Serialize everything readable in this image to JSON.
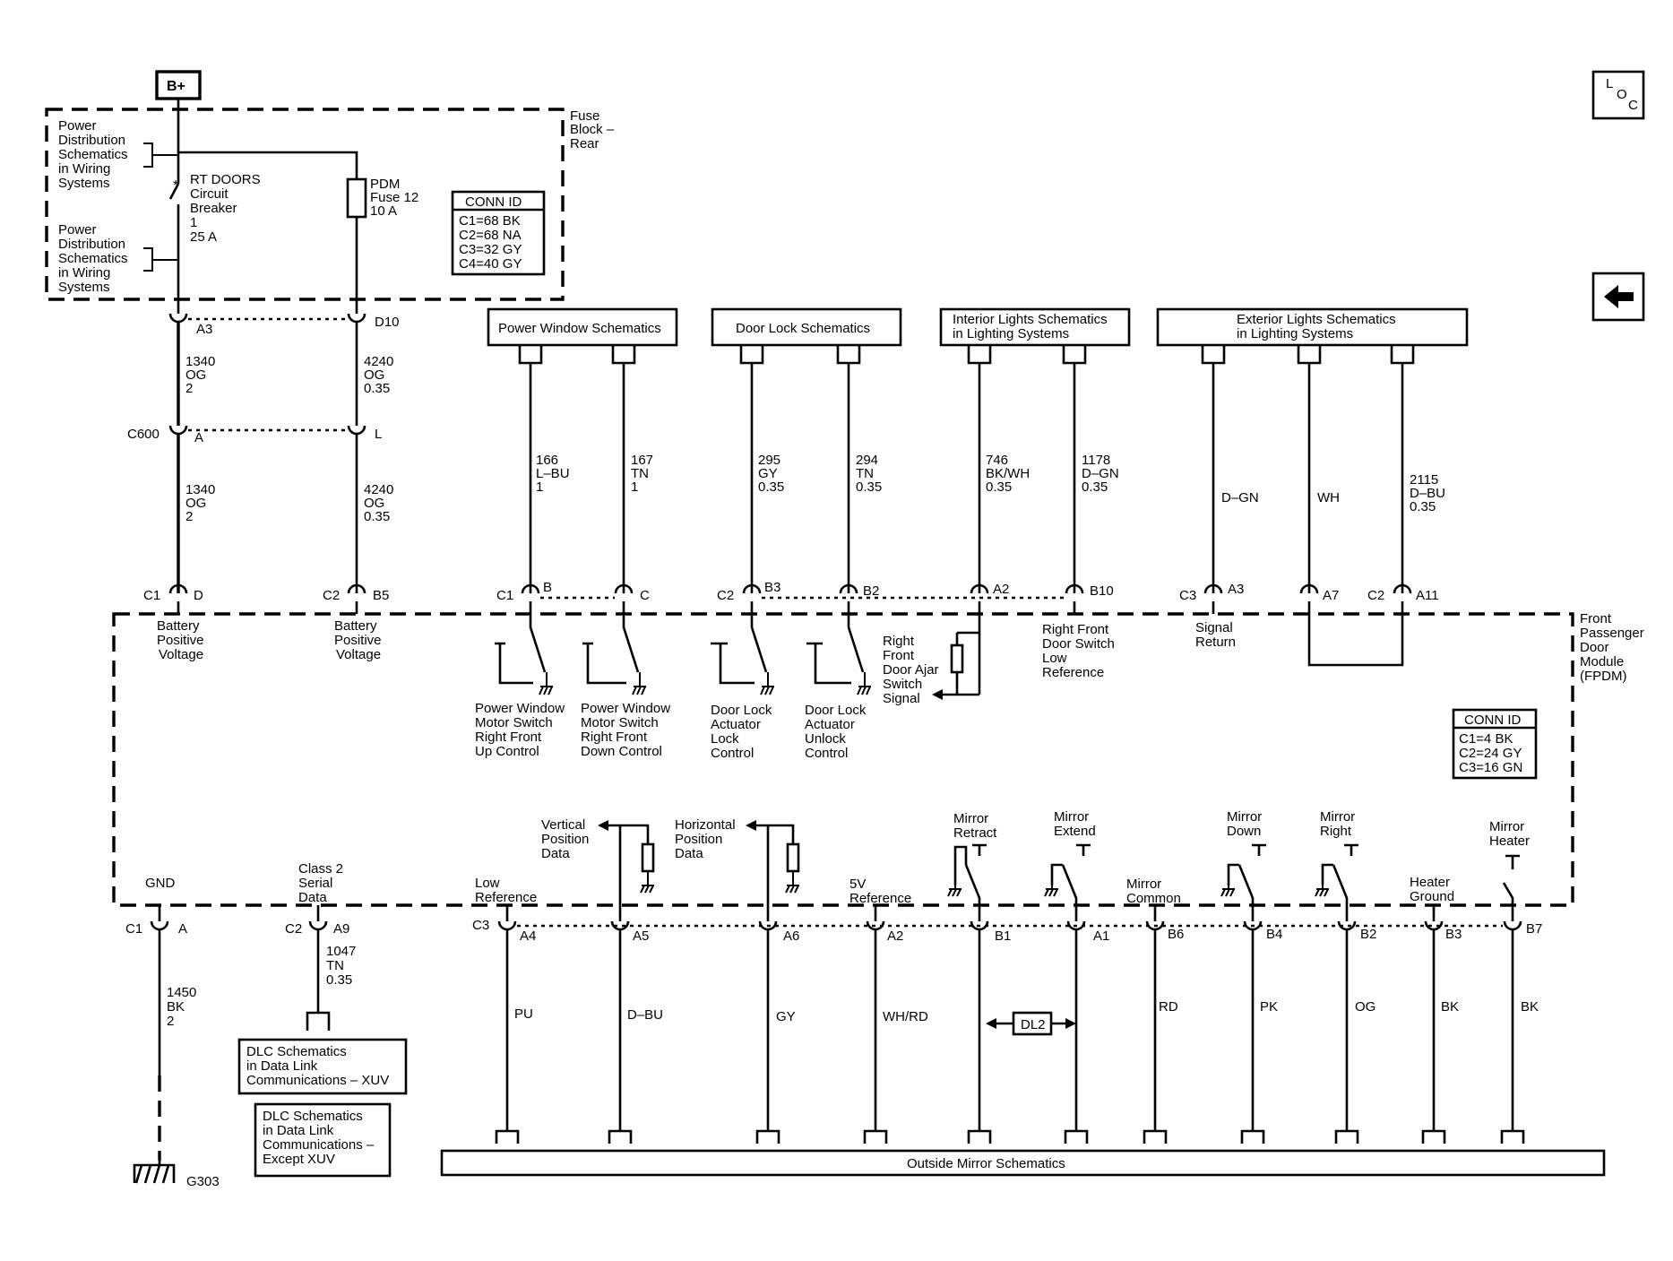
{
  "supply": {
    "bplus": "B+"
  },
  "fuse_block": {
    "title": [
      "Fuse",
      "Block –",
      "Rear"
    ],
    "pd_ref_1": [
      "Power",
      "Distribution",
      "Schematics",
      "in Wiring",
      "Systems"
    ],
    "pd_ref_2": [
      "Power",
      "Distribution",
      "Schematics",
      "in Wiring",
      "Systems"
    ],
    "breaker": [
      "RT DOORS",
      "Circuit",
      "Breaker",
      "1",
      "25 A"
    ],
    "fuse": [
      "PDM",
      "Fuse 12",
      "10 A"
    ],
    "conn_id_title": "CONN ID",
    "conn_id_rows": [
      "C1=68 BK",
      "C2=68 NA",
      "C3=32 GY",
      "C4=40 GY"
    ]
  },
  "top_pins": {
    "a3": "A3",
    "d10": "D10",
    "c600": "C600",
    "a": "A",
    "l": "L"
  },
  "wires_left": {
    "w1_upper": [
      "1340",
      "OG",
      "2"
    ],
    "w2_upper": [
      "4240",
      "OG",
      "0.35"
    ],
    "w1_lower": [
      "1340",
      "OG",
      "2"
    ],
    "w2_lower": [
      "4240",
      "OG",
      "0.35"
    ]
  },
  "ref_boxes": {
    "power_window": "Power Window Schematics",
    "door_lock": "Door Lock Schematics",
    "interior_lights": [
      "Interior Lights Schematics",
      "in Lighting Systems"
    ],
    "exterior_lights": [
      "Exterior Lights Schematics",
      "in Lighting Systems"
    ]
  },
  "wires_mid": {
    "w166": [
      "166",
      "L–BU",
      "1"
    ],
    "w167": [
      "167",
      "TN",
      "1"
    ],
    "w295": [
      "295",
      "GY",
      "0.35"
    ],
    "w294": [
      "294",
      "TN",
      "0.35"
    ],
    "w746": [
      "746",
      "BK/WH",
      "0.35"
    ],
    "w1178": [
      "1178",
      "D–GN",
      "0.35"
    ],
    "dgn": "D–GN",
    "wh": "WH",
    "w2115": [
      "2115",
      "D–BU",
      "0.35"
    ]
  },
  "module_pins_top": {
    "c1": "C1",
    "d": "D",
    "c2": "C2",
    "b5": "B5",
    "c1b": "C1",
    "b": "B",
    "c": "C",
    "c2b": "C2",
    "b3": "B3",
    "b2": "B2",
    "a2": "A2",
    "b10": "B10",
    "c3": "C3",
    "a3": "A3",
    "a7": "A7",
    "c2c": "C2",
    "a11": "A11"
  },
  "module": {
    "title": [
      "Front",
      "Passenger",
      "Door",
      "Module",
      "(FPDM)"
    ],
    "batt1": [
      "Battery",
      "Positive",
      "Voltage"
    ],
    "batt2": [
      "Battery",
      "Positive",
      "Voltage"
    ],
    "pw_up": [
      "Power Window",
      "Motor Switch",
      "Right Front",
      "Up Control"
    ],
    "pw_down": [
      "Power Window",
      "Motor Switch",
      "Right Front",
      "Down Control"
    ],
    "dl_lock": [
      "Door Lock",
      "Actuator",
      "Lock",
      "Control"
    ],
    "dl_unlock": [
      "Door Lock",
      "Actuator",
      "Unlock",
      "Control"
    ],
    "door_ajar": [
      "Right",
      "Front",
      "Door Ajar",
      "Switch",
      "Signal"
    ],
    "low_ref": [
      "Right Front",
      "Door Switch",
      "Low",
      "Reference"
    ],
    "signal_return": [
      "Signal",
      "Return"
    ],
    "conn_id_title": "CONN ID",
    "conn_id_rows": [
      "C1=4 BK",
      "C2=24 GY",
      "C3=16 GN"
    ],
    "vert_pos": [
      "Vertical",
      "Position",
      "Data"
    ],
    "horiz_pos": [
      "Horizontal",
      "Position",
      "Data"
    ],
    "mirror_retract": [
      "Mirror",
      "Retract"
    ],
    "mirror_extend": [
      "Mirror",
      "Extend"
    ],
    "mirror_down": [
      "Mirror",
      "Down"
    ],
    "mirror_right": [
      "Mirror",
      "Right"
    ],
    "mirror_heater": [
      "Mirror",
      "Heater"
    ],
    "gnd": "GND",
    "class2": [
      "Class 2",
      "Serial",
      "Data"
    ],
    "low_reference": [
      "Low",
      "Reference"
    ],
    "five_v": [
      "5V",
      "Reference"
    ],
    "mirror_common": [
      "Mirror",
      "Common"
    ],
    "heater_ground": [
      "Heater",
      "Ground"
    ]
  },
  "module_pins_bottom": {
    "c1": "C1",
    "a": "A",
    "c2": "C2",
    "a9": "A9",
    "c3": "C3",
    "a4": "A4",
    "a5": "A5",
    "a6": "A6",
    "a2": "A2",
    "b1": "B1",
    "a1": "A1",
    "b6": "B6",
    "b4": "B4",
    "b2": "B2",
    "b3": "B3",
    "b7": "B7"
  },
  "wires_bottom": {
    "w1450": [
      "1450",
      "BK",
      "2"
    ],
    "w1047": [
      "1047",
      "TN",
      "0.35"
    ],
    "pu": "PU",
    "dbu": "D–BU",
    "gy": "GY",
    "whrd": "WH/RD",
    "rd": "RD",
    "pk": "PK",
    "og": "OG",
    "bk1": "BK",
    "bk2": "BK",
    "dl2": "DL2"
  },
  "bottom": {
    "dlc_xuv": [
      "DLC Schematics",
      "in Data Link",
      "Communications – XUV"
    ],
    "dlc_except": [
      "DLC Schematics",
      "in Data Link",
      "Communications –",
      "Except XUV"
    ],
    "g303": "G303",
    "outside_mirror": "Outside Mirror Schematics"
  },
  "nav": {
    "loc": [
      "L",
      "O",
      "C"
    ]
  }
}
